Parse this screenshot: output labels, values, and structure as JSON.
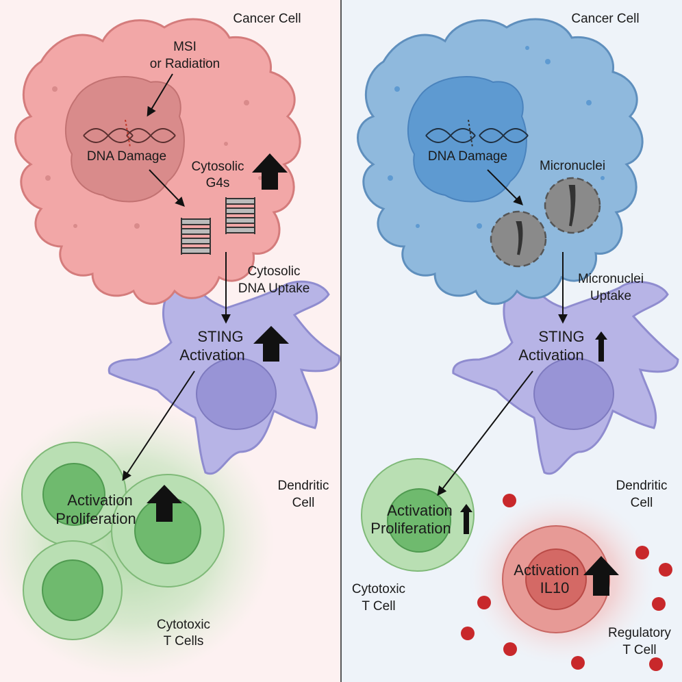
{
  "left_panel": {
    "cancer_cell": "Cancer Cell",
    "msi_line1": "MSI",
    "msi_line2": "or Radiation",
    "dna_damage": "DNA Damage",
    "g4s_line1": "Cytosolic",
    "g4s_line2": "G4s",
    "uptake_line1": "Cytosolic",
    "uptake_line2": "DNA Uptake",
    "sting_line1": "STING",
    "sting_line2": "Activation",
    "dendritic_line1": "Dendritic",
    "dendritic_line2": "Cell",
    "tcell_line1": "Activation",
    "tcell_line2": "Proliferation",
    "cytotoxic_line1": "Cytotoxic",
    "cytotoxic_line2": "T Cells"
  },
  "right_panel": {
    "cancer_cell": "Cancer Cell",
    "dna_damage": "DNA Damage",
    "micronuclei": "Micronuclei",
    "uptake_line1": "Micronuclei",
    "uptake_line2": "Uptake",
    "sting_line1": "STING",
    "sting_line2": "Activation",
    "dendritic_line1": "Dendritic",
    "dendritic_line2": "Cell",
    "tcell_line1": "Activation",
    "tcell_line2": "Proliferation",
    "cytotoxic_line1": "Cytotoxic",
    "cytotoxic_line2": "T Cell",
    "treg_line1": "Activation",
    "treg_line2": "IL10",
    "regulatory_line1": "Regulatory",
    "regulatory_line2": "T Cell"
  },
  "colors": {
    "left_bg": "#fdf1f1",
    "right_bg": "#eef3f9",
    "cancer_red": "#f2a7a7",
    "cancer_blue": "#8fb9dd",
    "dendritic": "#b7b4e6",
    "tcell_green": "#a9d5a3",
    "treg_red": "#e79a96",
    "il10_dot": "#c8282b"
  }
}
